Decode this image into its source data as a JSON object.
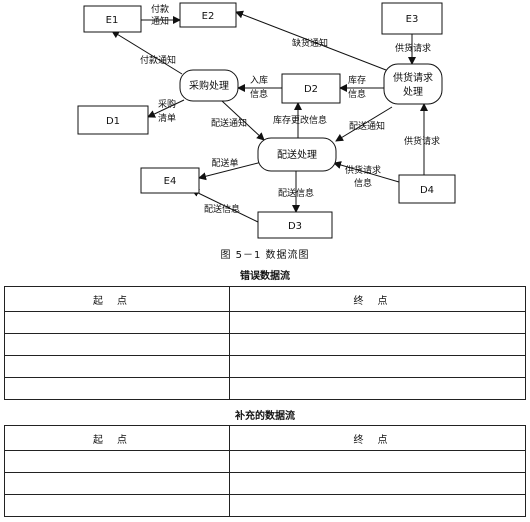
{
  "diagram": {
    "nodes": {
      "e1": "E1",
      "e2": "E2",
      "e3": "E3",
      "e4": "E4",
      "d1": "D1",
      "d2": "D2",
      "d3": "D3",
      "d4": "D4",
      "purchase": "采购处理",
      "supply_req": [
        "供货请求",
        "处理"
      ],
      "delivery": "配送处理"
    },
    "flows": {
      "pay_notice_top": [
        "付款",
        "通知"
      ],
      "pay_notice": "付款通知",
      "stock_out_notice": "缺货通知",
      "supply_request": "供货请求",
      "inbound_info": [
        "入库",
        "信息"
      ],
      "stock_info": [
        "库存",
        "信息"
      ],
      "purchase_list": [
        "采购",
        "清单"
      ],
      "delivery_notice_1": "配送通知",
      "stock_change": "库存更改信息",
      "delivery_notice_2": "配送通知",
      "supply_request_2": "供货请求",
      "delivery_note": "配送单",
      "delivery_info_1": "配送信息",
      "supply_req_info": [
        "供货请求",
        "信息"
      ],
      "delivery_info_2": "配送信息"
    },
    "caption": "图 5－1   数据流图"
  },
  "table1": {
    "title": "错误数据流",
    "headers": [
      "起点",
      "终点"
    ],
    "rows": 4
  },
  "table2": {
    "title": "补充的数据流",
    "headers": [
      "起点",
      "终点"
    ],
    "rows": 3
  }
}
